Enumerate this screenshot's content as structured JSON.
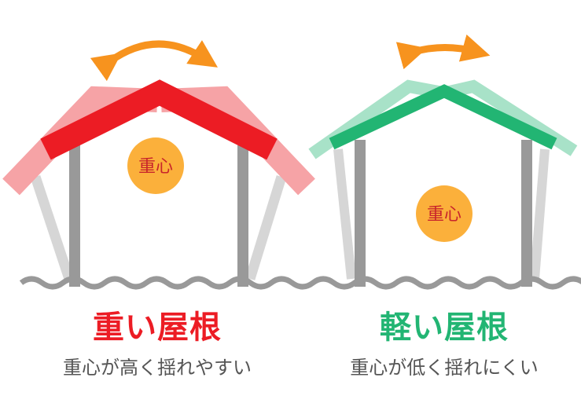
{
  "colors": {
    "heavy": "#ec1c24",
    "heavy_light": "#f6a3a6",
    "light": "#22b573",
    "light_light": "#a8e2c8",
    "post": "#999999",
    "post_light": "#d6d6d6",
    "cg": "#fbb03b",
    "arrow": "#f7931e"
  },
  "heavy": {
    "title": "重い屋根",
    "subtitle": "重心が高く揺れやすい",
    "cg_label": "重心"
  },
  "light": {
    "title": "軽い屋根",
    "subtitle": "重心が低く揺れにくい",
    "cg_label": "重心"
  }
}
